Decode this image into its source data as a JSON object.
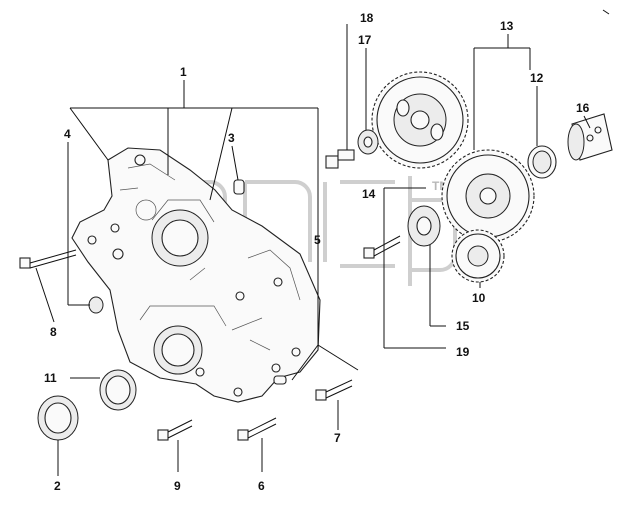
{
  "diagram": {
    "callouts": [
      {
        "id": "c1",
        "label": "1"
      },
      {
        "id": "c2",
        "label": "2"
      },
      {
        "id": "c3",
        "label": "3"
      },
      {
        "id": "c4",
        "label": "4"
      },
      {
        "id": "c5",
        "label": "5"
      },
      {
        "id": "c6",
        "label": "6"
      },
      {
        "id": "c7",
        "label": "7"
      },
      {
        "id": "c8",
        "label": "8"
      },
      {
        "id": "c9",
        "label": "9"
      },
      {
        "id": "c10",
        "label": "10"
      },
      {
        "id": "c11",
        "label": "11"
      },
      {
        "id": "c12",
        "label": "12"
      },
      {
        "id": "c13",
        "label": "13"
      },
      {
        "id": "c14",
        "label": "14"
      },
      {
        "id": "c15",
        "label": "15"
      },
      {
        "id": "c16",
        "label": "16"
      },
      {
        "id": "c17",
        "label": "17"
      },
      {
        "id": "c18",
        "label": "18"
      },
      {
        "id": "c19",
        "label": "19"
      }
    ],
    "watermark": {
      "text": "TM"
    }
  }
}
